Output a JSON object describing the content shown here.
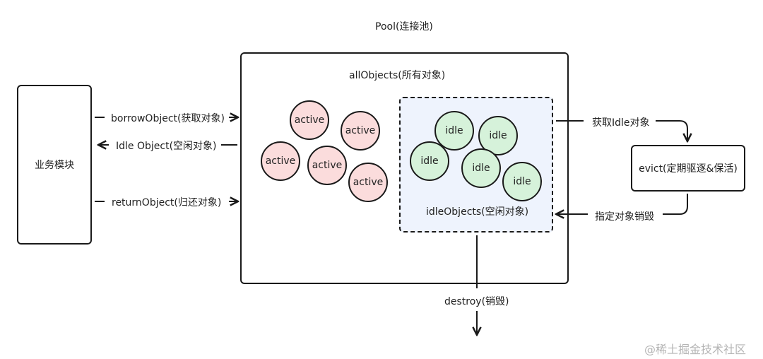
{
  "pool": {
    "title": "Pool(连接池)"
  },
  "business_module": {
    "label": "业务模块"
  },
  "all_objects": {
    "label": "allObjects(所有对象)",
    "active_objects": [
      {
        "label": "active"
      },
      {
        "label": "active"
      },
      {
        "label": "active"
      },
      {
        "label": "active"
      },
      {
        "label": "active"
      }
    ]
  },
  "idle_objects": {
    "label": "idleObjects(空闲对象)",
    "items": [
      {
        "label": "idle"
      },
      {
        "label": "idle"
      },
      {
        "label": "idle"
      },
      {
        "label": "idle"
      },
      {
        "label": "idle"
      }
    ]
  },
  "evict": {
    "label": "evict(定期驱逐&保活)"
  },
  "flows": {
    "borrow": "borrowObject(获取对象)",
    "idle_object": "Idle Object(空闲对象)",
    "return": "returnObject(归还对象)",
    "fetch_idle": "获取Idle对象",
    "destroy_designated": "指定对象销毁",
    "destroy": "destroy(销毁)"
  },
  "watermark": "@稀土掘金技术社区",
  "colors": {
    "active_fill": "#fbdcdc",
    "idle_fill": "#d6f2da",
    "idle_area_fill": "#eef3fd",
    "stroke": "#1a1a1a"
  }
}
